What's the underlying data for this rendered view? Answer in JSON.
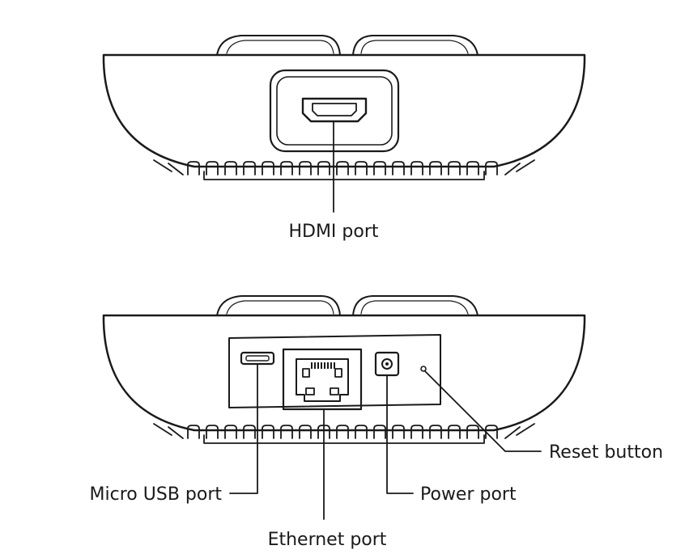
{
  "labels": {
    "hdmi": "HDMI port",
    "micro_usb": "Micro USB port",
    "ethernet": "Ethernet port",
    "power": "Power port",
    "reset": "Reset button"
  },
  "colors": {
    "ink": "#1a1a1a",
    "background": "#ffffff"
  }
}
